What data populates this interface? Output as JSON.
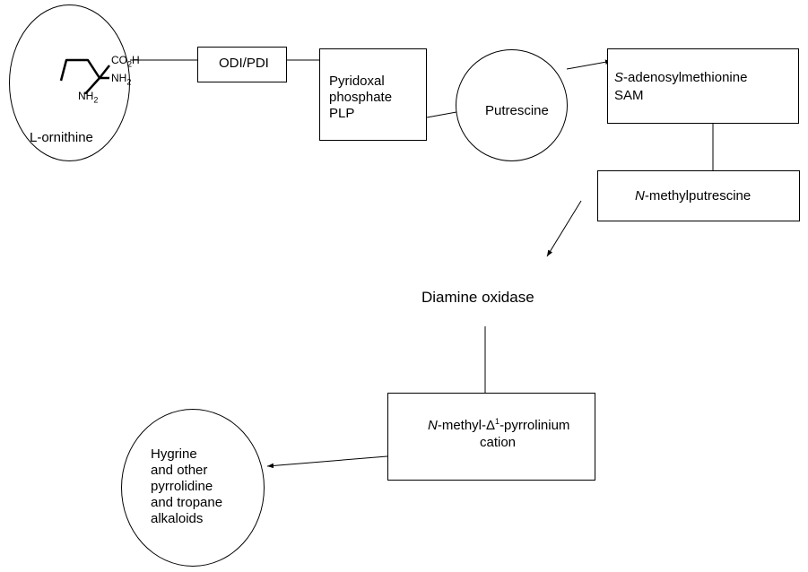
{
  "nodes": {
    "ornithine": {
      "structure": {
        "co2h": "CO",
        "co2h_sub": "2",
        "co2h_h": "H",
        "nh2_right": "NH",
        "nh2_right_sub": "2",
        "nh2_bottom": "NH",
        "nh2_bottom_sub": "2"
      },
      "label_prefix": "L",
      "label_rest": "-ornithine"
    },
    "odi_pdi": "ODI/PDI",
    "plp": {
      "line1": "Pyridoxal",
      "line2": "phosphate",
      "line3": "PLP"
    },
    "putrescine": "Putrescine",
    "sam": {
      "italic": "S",
      "line1_rest": "-adenosylmethionine",
      "line2": "SAM"
    },
    "methylputrescine": {
      "italic": "N",
      "rest": "-methylputrescine"
    },
    "diamine_oxidase": "Diamine oxidase",
    "pyrrolinium": {
      "italic": "N",
      "pre": "-methyl-",
      "delta": "Δ",
      "sup": "1",
      "post": "-pyrrolinium",
      "line2": "cation"
    },
    "alkaloids": {
      "line1": "Hygrine",
      "line2": "and other",
      "line3": "pyrrolidine",
      "line4": "and tropane",
      "line5": "alkaloids"
    }
  }
}
